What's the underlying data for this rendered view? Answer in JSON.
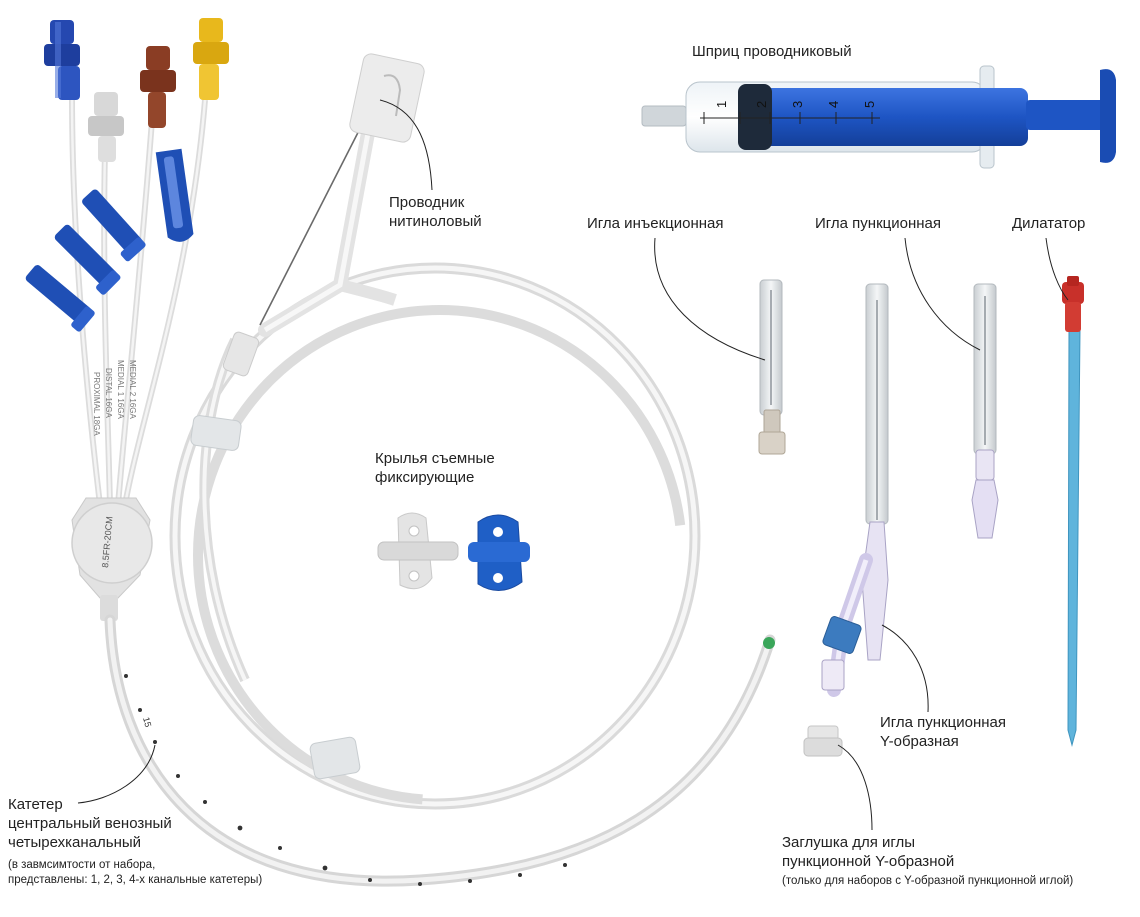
{
  "labels": {
    "syringe": "Шприц проводниковый",
    "guidewire": [
      "Проводник",
      "нитиноловый"
    ],
    "injection_needle": "Игла инъекционная",
    "puncture_needle": "Игла пункционная",
    "dilator": "Дилататор",
    "wings": [
      "Крылья съемные",
      "фиксирующие"
    ],
    "y_needle": [
      "Игла пункционная",
      "Y-образная"
    ],
    "catheter": [
      "Катетер",
      "центральный венозный",
      "четырехканальный"
    ],
    "catheter_note": [
      "(в завмсимтости от набора,",
      "представлены: 1, 2, 3, 4-х канальные катетеры)"
    ],
    "plug": [
      "Заглушка для иглы",
      "пункционной Y-образной"
    ],
    "plug_note": "(только для наборов с Y-образной пункционной иглой)"
  },
  "syringe_scale": [
    "1",
    "2",
    "3",
    "4",
    "5"
  ],
  "catheter_print": {
    "hub": "8.5FR-20CM",
    "lumens": [
      "MEDIAL 2 16GA",
      "MEDIAL 1 16GA",
      "DISTAL 16GA",
      "PROXIMAL 18GA"
    ],
    "depth_mark": "15"
  },
  "colors": {
    "blue_clamp": "#1f4fb5",
    "cap_blue": "#2548b0",
    "cap_brown": "#8a3d24",
    "cap_yellow": "#e8b81c",
    "cap_white": "#d8d8d8",
    "dilator_blue": "#5fb4dc",
    "dilator_red": "#c8302a",
    "syringe_plunger": "#1e55c4"
  }
}
